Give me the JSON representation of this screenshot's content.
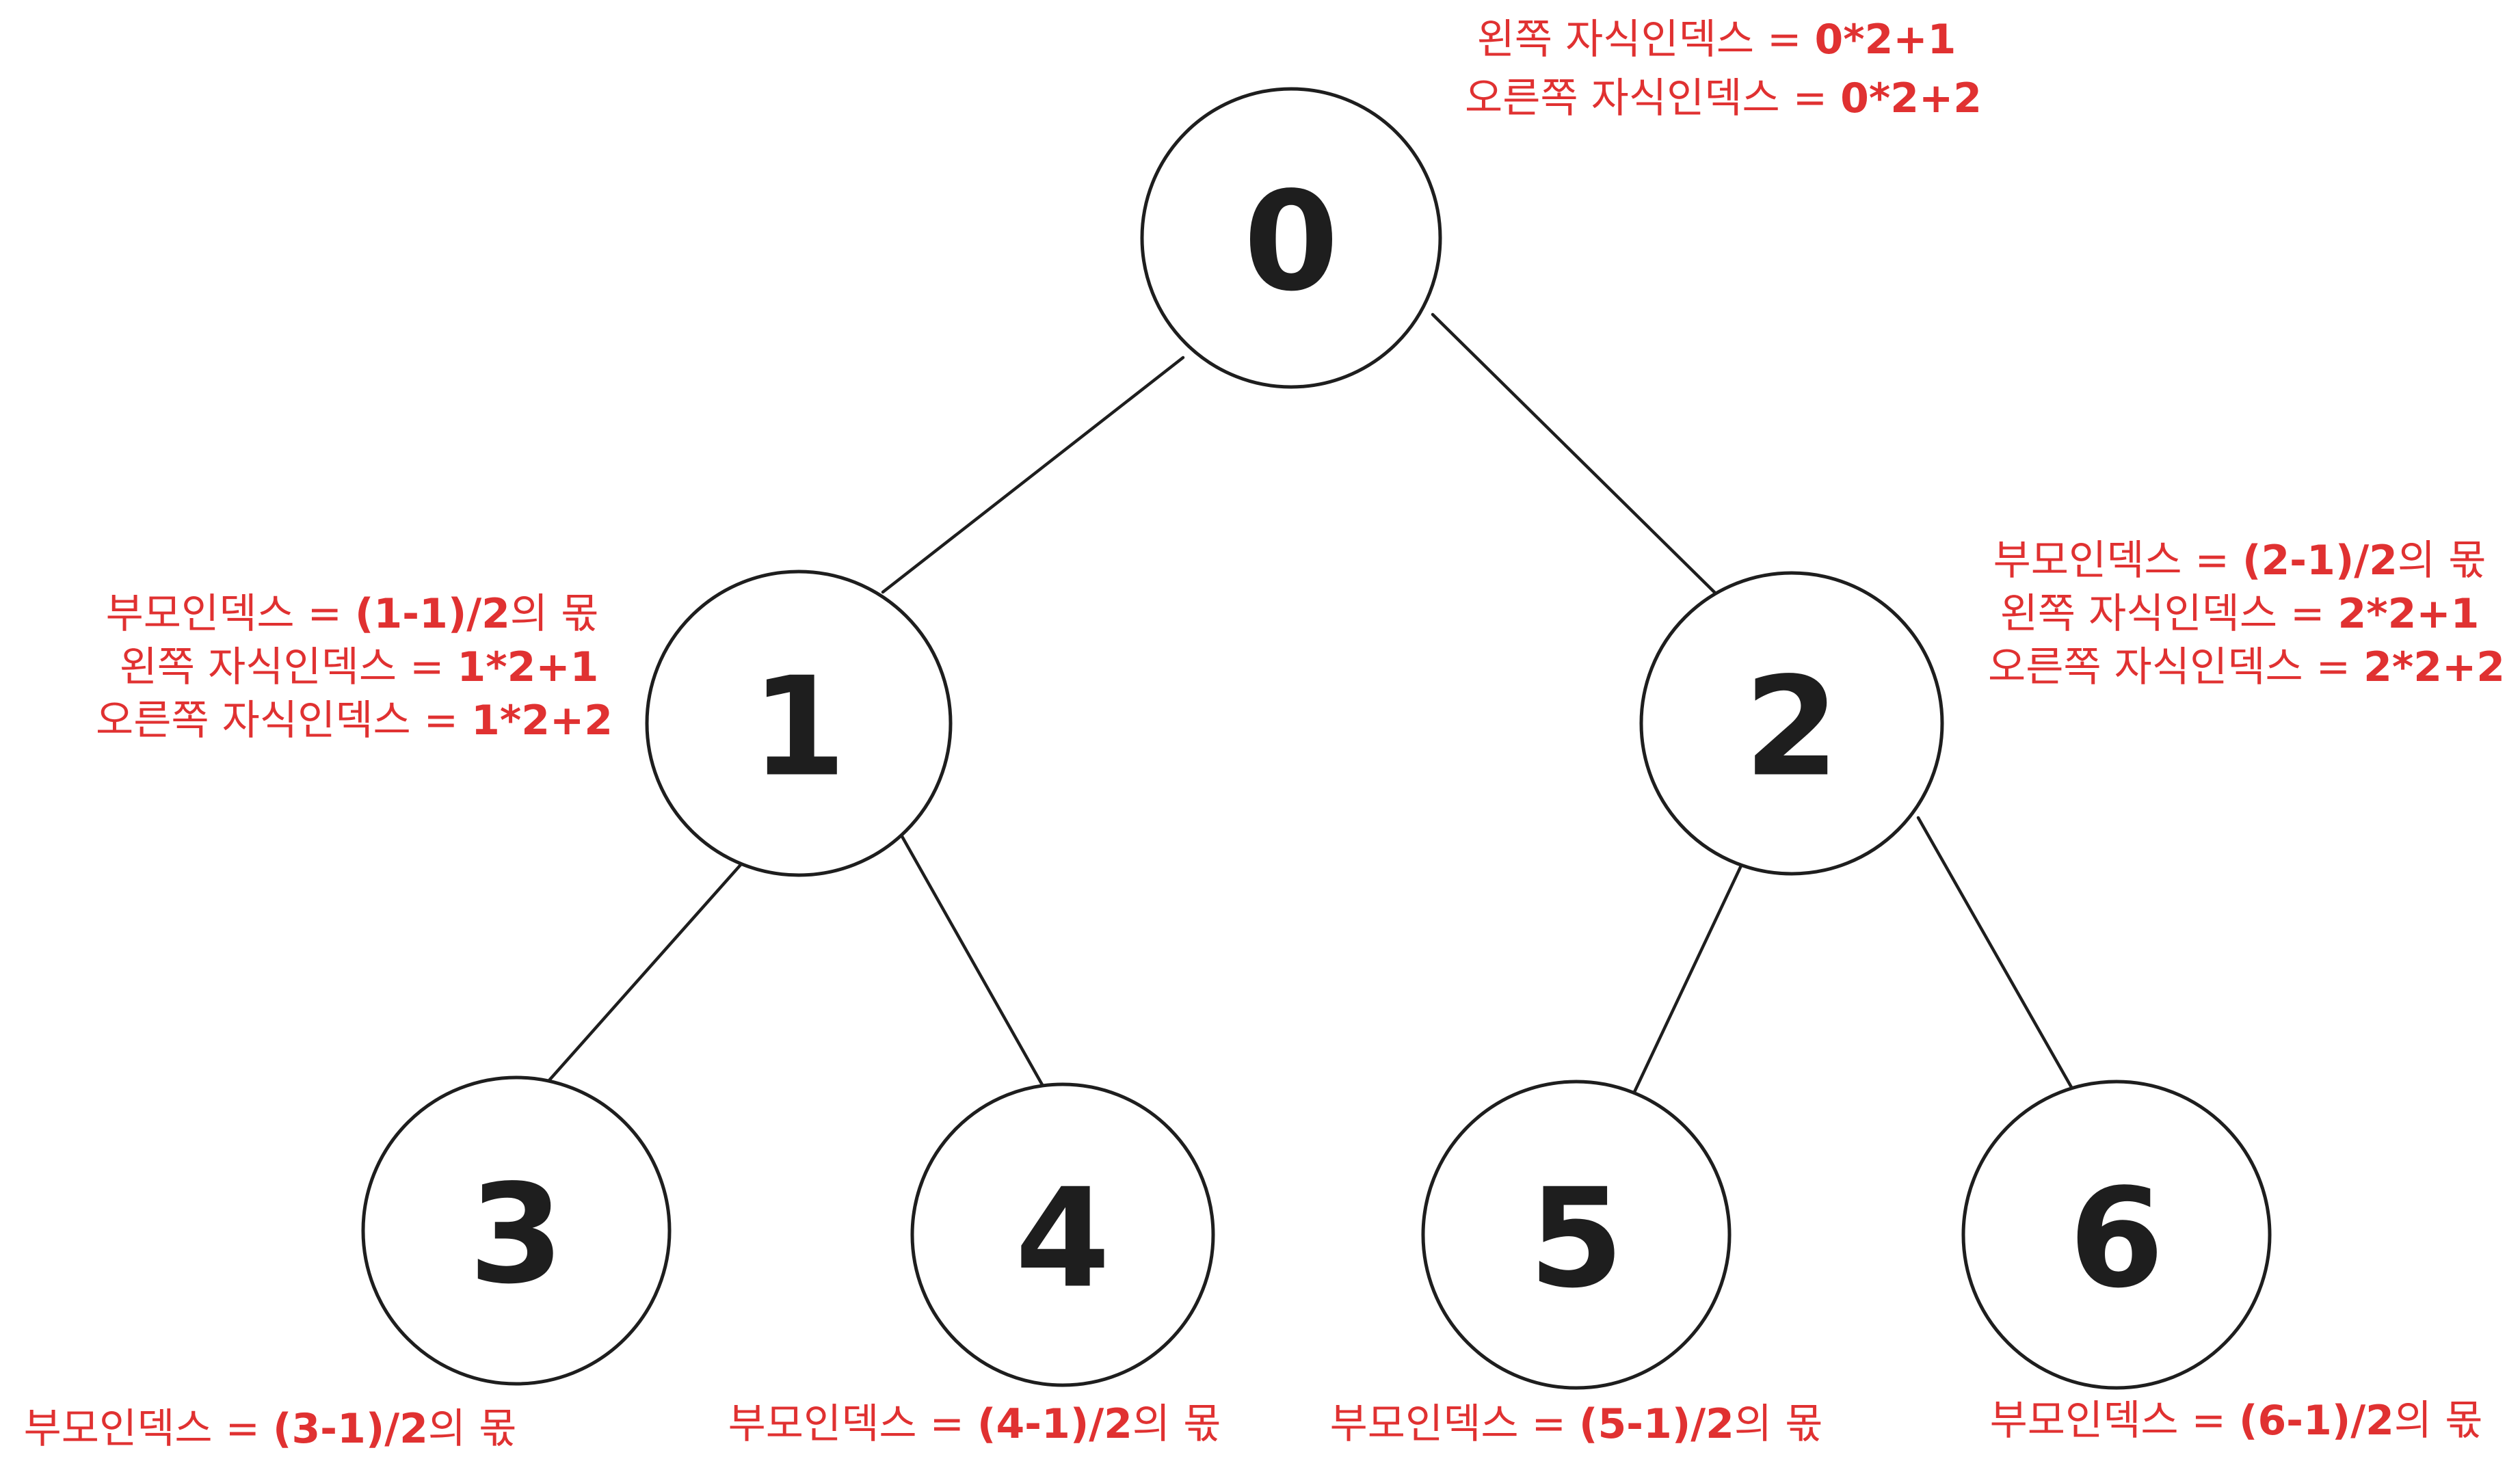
{
  "colors": {
    "node_stroke": "#1e1e1e",
    "node_text": "#1e1e1e",
    "annotation": "#e03131",
    "background": "#ffffff"
  },
  "tree": {
    "nodes": [
      {
        "id": "0",
        "label": "0"
      },
      {
        "id": "1",
        "label": "1"
      },
      {
        "id": "2",
        "label": "2"
      },
      {
        "id": "3",
        "label": "3"
      },
      {
        "id": "4",
        "label": "4"
      },
      {
        "id": "5",
        "label": "5"
      },
      {
        "id": "6",
        "label": "6"
      }
    ],
    "edges": [
      {
        "from": "0",
        "to": "1"
      },
      {
        "from": "0",
        "to": "2"
      },
      {
        "from": "1",
        "to": "3"
      },
      {
        "from": "1",
        "to": "4"
      },
      {
        "from": "2",
        "to": "5"
      },
      {
        "from": "2",
        "to": "6"
      }
    ]
  },
  "annotations": {
    "node0": {
      "left_child": {
        "text": "왼쪽 자식인덱스 = ",
        "formula": "0*2+1"
      },
      "right_child": {
        "text": "오른쪽 자식인덱스 = ",
        "formula": "0*2+2"
      }
    },
    "node1": {
      "parent": {
        "text": "부모인덱스 = ",
        "formula": "(1-1)/2",
        "suffix": "의 몫"
      },
      "left_child": {
        "text": "왼쪽 자식인덱스 = ",
        "formula": "1*2+1"
      },
      "right_child": {
        "text": "오른쪽 자식인덱스 = ",
        "formula": "1*2+2"
      }
    },
    "node2": {
      "parent": {
        "text": "부모인덱스 = ",
        "formula": "(2-1)/2",
        "suffix": "의 몫"
      },
      "left_child": {
        "text": "왼쪽 자식인덱스 = ",
        "formula": "2*2+1"
      },
      "right_child": {
        "text": "오른쪽 자식인덱스 = ",
        "formula": "2*2+2"
      }
    },
    "node3": {
      "parent": {
        "text": "부모인덱스 = ",
        "formula": "(3-1)/2",
        "suffix": "의 몫"
      }
    },
    "node4": {
      "parent": {
        "text": "부모인덱스 = ",
        "formula": "(4-1)/2",
        "suffix": "의 몫"
      }
    },
    "node5": {
      "parent": {
        "text": "부모인덱스 = ",
        "formula": "(5-1)/2",
        "suffix": "의 몫"
      }
    },
    "node6": {
      "parent": {
        "text": "부모인덱스 = ",
        "formula": "(6-1)/2",
        "suffix": "의 몫"
      }
    }
  }
}
